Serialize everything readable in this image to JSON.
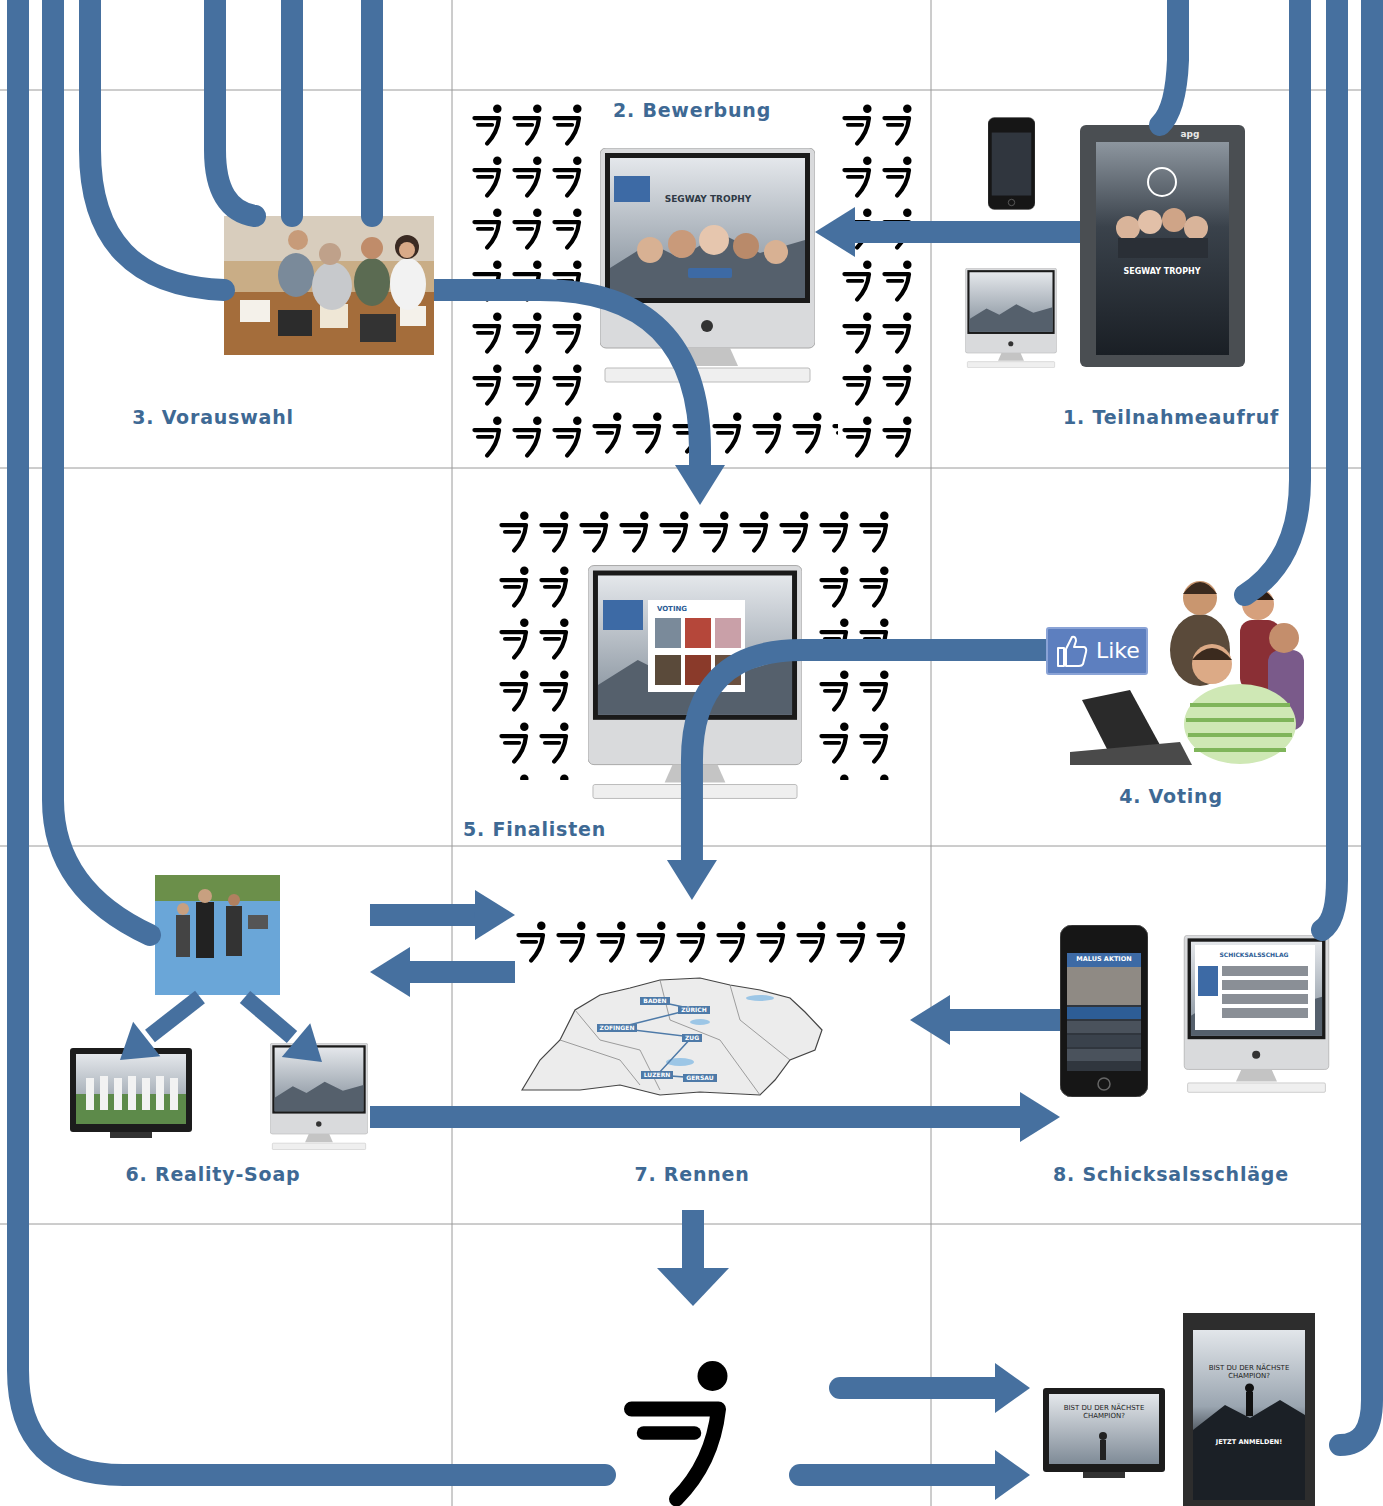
{
  "diagram": {
    "nodes": [
      {
        "text": [
          "1. Teilnahmeaufruf"
        ]
      },
      {
        "text": [
          "2. Bewerbung"
        ]
      },
      {
        "text": [
          "3. Vorauswahl"
        ]
      },
      {
        "text": [
          "4. Voting"
        ]
      },
      {
        "text": [
          "5. Finalisten"
        ]
      },
      {
        "text": [
          "6. Reality-Soap"
        ]
      },
      {
        "text": [
          "7. Rennen"
        ]
      },
      {
        "text": [
          "8. Schicksalsschläge"
        ]
      }
    ],
    "edges": [
      {
        "from": 0,
        "to": 1,
        "arrow": "to"
      },
      {
        "from": 2,
        "to": 4,
        "arrow": "to"
      },
      {
        "from": 3,
        "to": 6,
        "arrow": "to"
      },
      {
        "from": 5,
        "to": 6,
        "arrow": "to"
      },
      {
        "from": 6,
        "to": 5,
        "arrow": "to"
      },
      {
        "from": 7,
        "to": 6,
        "arrow": "to"
      },
      {
        "from": 5,
        "to": 7,
        "arrow": "to"
      }
    ],
    "labels": [
      "SEGWAY TROPHY",
      "apg",
      "SEGWAY TROPHY",
      "VOTING",
      "Like",
      "MALUS AKTION",
      "SCHICKSALSSCHLAG",
      "BADEN",
      "ZÜRICH",
      "ZOFINGEN",
      "ZUG",
      "LUZERN",
      "GERSAU",
      "BIST DU DER NÄCHSTE CHAMPION?",
      "BIST DU DER NÄCHSTE CHAMPION?",
      "JETZT ANMELDEN!"
    ]
  }
}
